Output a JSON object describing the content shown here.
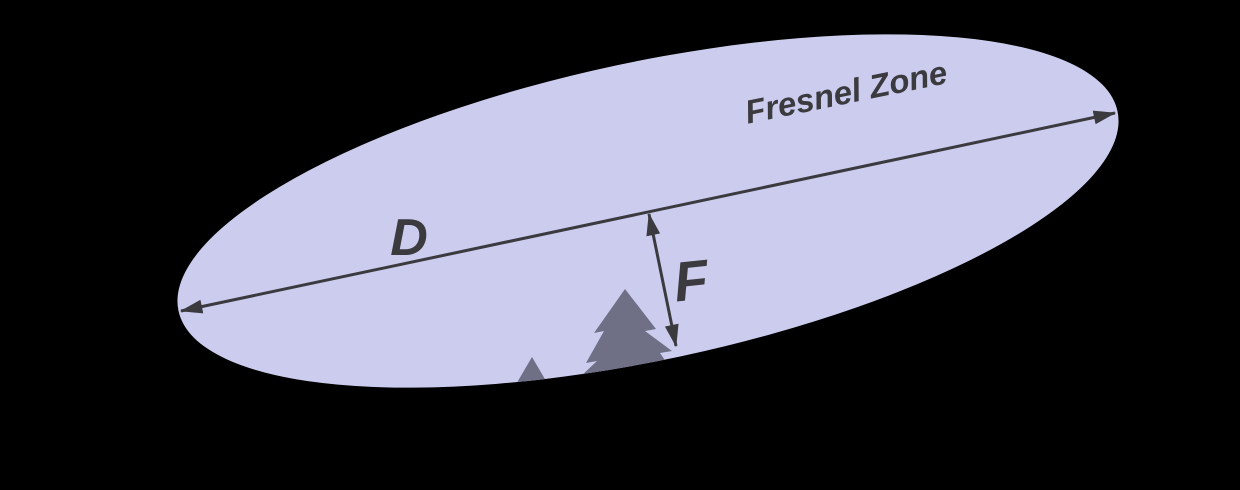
{
  "labels": {
    "zone": "Fresnel Zone",
    "distance": "D",
    "radius": "F"
  },
  "colors": {
    "background": "#000000",
    "ellipse_fill": "#cccdee",
    "tree_fill": "#6f6f86",
    "arrow": "#3a3a3f",
    "label_text": "#3a3a3f"
  }
}
